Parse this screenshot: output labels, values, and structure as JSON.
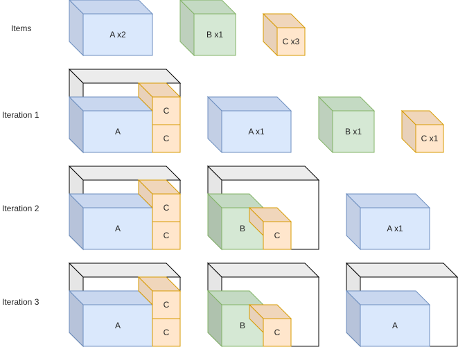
{
  "rows": {
    "items": "Items",
    "iteration_1": "Iteration 1",
    "iteration_2": "Iteration 2",
    "iteration_3": "Iteration 3"
  },
  "colors": {
    "blue": {
      "face": "#dae8fc",
      "side": "#c3cfe5",
      "top": "#c9d7ef",
      "stroke": "#6c8ebf"
    },
    "green": {
      "face": "#d5e8d4",
      "side": "#bed0bd",
      "top": "#c4dac3",
      "stroke": "#82b366"
    },
    "orange": {
      "face": "#ffe6cc",
      "side": "#e8d1ba",
      "top": "#f0d6bb",
      "stroke": "#d79b00"
    },
    "container": {
      "face": "#ffffff",
      "side": "#e6e6e6",
      "top": "#ececec",
      "stroke": "#000000"
    }
  },
  "items": {
    "a": "A x2",
    "b": "B x1",
    "c": "C x3"
  },
  "iteration_1": {
    "container_a": "A",
    "container_c_top": "C",
    "container_c_bottom": "C",
    "remaining_a": "A x1",
    "remaining_b": "B x1",
    "remaining_c": "C x1"
  },
  "iteration_2": {
    "container1_a": "A",
    "container1_c_top": "C",
    "container1_c_bottom": "C",
    "container2_b": "B",
    "container2_c": "C",
    "remaining_a": "A x1"
  },
  "iteration_3": {
    "container1_a": "A",
    "container1_c_top": "C",
    "container1_c_bottom": "C",
    "container2_b": "B",
    "container2_c": "C",
    "container3_a": "A"
  }
}
